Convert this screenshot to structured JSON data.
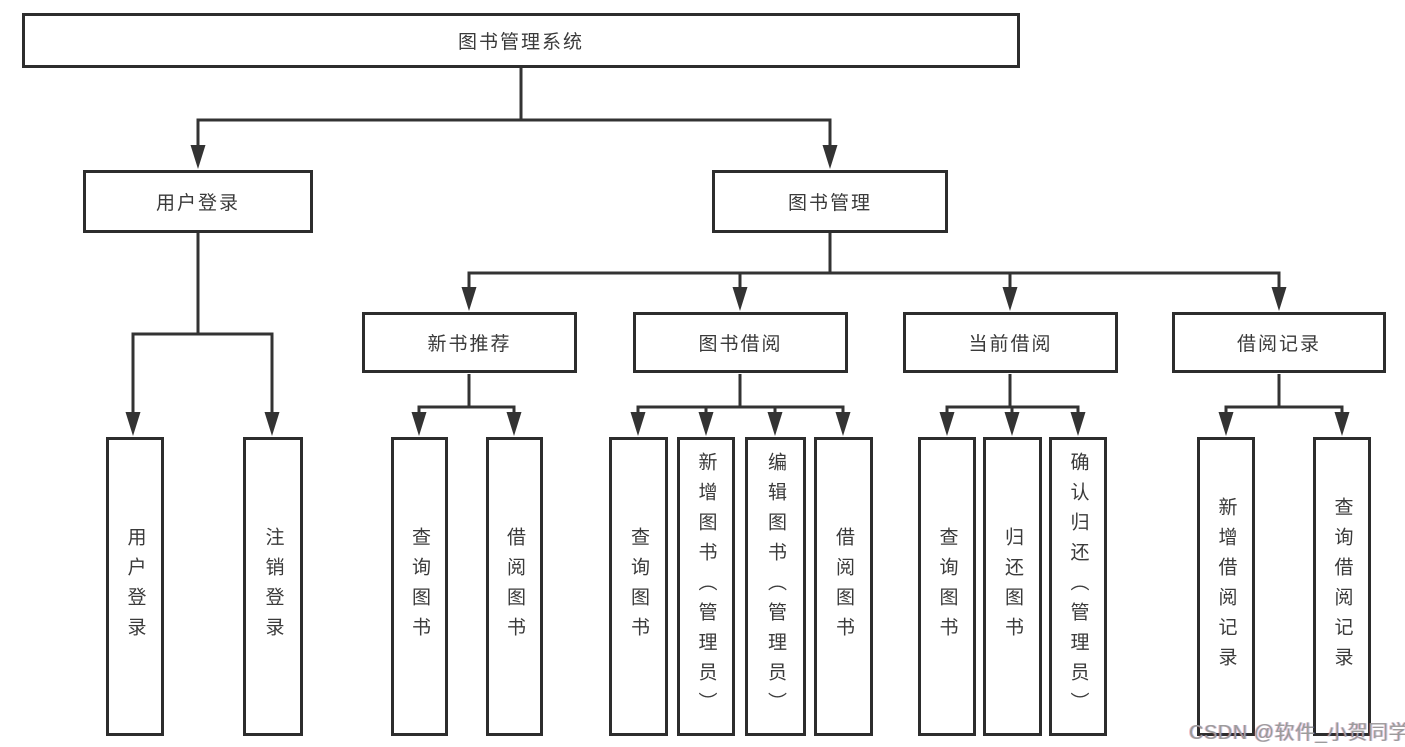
{
  "tree": {
    "root": {
      "label": "图书管理系统",
      "children": [
        {
          "label": "用户登录",
          "children": [
            {
              "label": "用户登录"
            },
            {
              "label": "注销登录"
            }
          ]
        },
        {
          "label": "图书管理",
          "children": [
            {
              "label": "新书推荐",
              "children": [
                {
                  "label": "查询图书"
                },
                {
                  "label": "借阅图书"
                }
              ]
            },
            {
              "label": "图书借阅",
              "children": [
                {
                  "label": "查询图书"
                },
                {
                  "label": "新增图书（管理员）"
                },
                {
                  "label": "编辑图书（管理员）"
                },
                {
                  "label": "借阅图书"
                }
              ]
            },
            {
              "label": "当前借阅",
              "children": [
                {
                  "label": "查询图书"
                },
                {
                  "label": "归还图书"
                },
                {
                  "label": "确认归还（管理员）"
                }
              ]
            },
            {
              "label": "借阅记录",
              "children": [
                {
                  "label": "新增借阅记录"
                },
                {
                  "label": "查询借阅记录"
                }
              ]
            }
          ]
        }
      ]
    }
  },
  "watermark": {
    "text": "CSDN @软件_小贺同学"
  },
  "colors": {
    "line": "#333333",
    "box_border": "#2d2d2d",
    "text": "#3a3a3a",
    "watermark": "#9b9b9b",
    "background": "#ffffff"
  }
}
